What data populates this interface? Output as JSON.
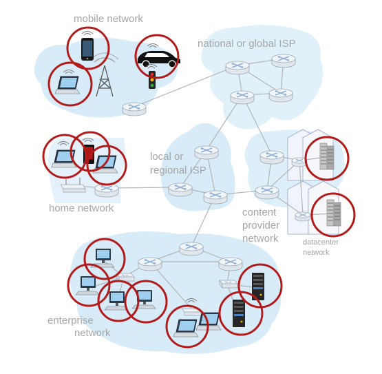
{
  "labels": {
    "mobile_network": "mobile network",
    "national_isp": "national or global ISP",
    "local_isp_line1": "local or",
    "local_isp_line2": "regional ISP",
    "home_network": "home network",
    "content_provider_line1": "content",
    "content_provider_line2": "provider",
    "content_provider_line3": "network",
    "datacenter_line1": "datacenter",
    "datacenter_line2": "network",
    "enterprise_line1": "enterprise",
    "enterprise_line2": "network"
  },
  "colors": {
    "label_gray": "#a6a6a6",
    "highlight_ring": "#b31b1b",
    "cloud_blue": "#d7ecf8",
    "router_fill": "#e9eef2",
    "router_cross": "#8fb1d6",
    "link_gray": "#b4b4b4"
  },
  "icons": {
    "router": "router-icon",
    "laptop": "laptop-icon",
    "desktop": "desktop-icon",
    "server": "server-icon",
    "smartphone": "smartphone-icon",
    "car": "car-icon",
    "cell_tower": "cell-tower-icon",
    "traffic_light": "traffic-light-icon",
    "wifi_access_point": "wifi-access-point-icon",
    "link_switch": "switch-icon"
  }
}
